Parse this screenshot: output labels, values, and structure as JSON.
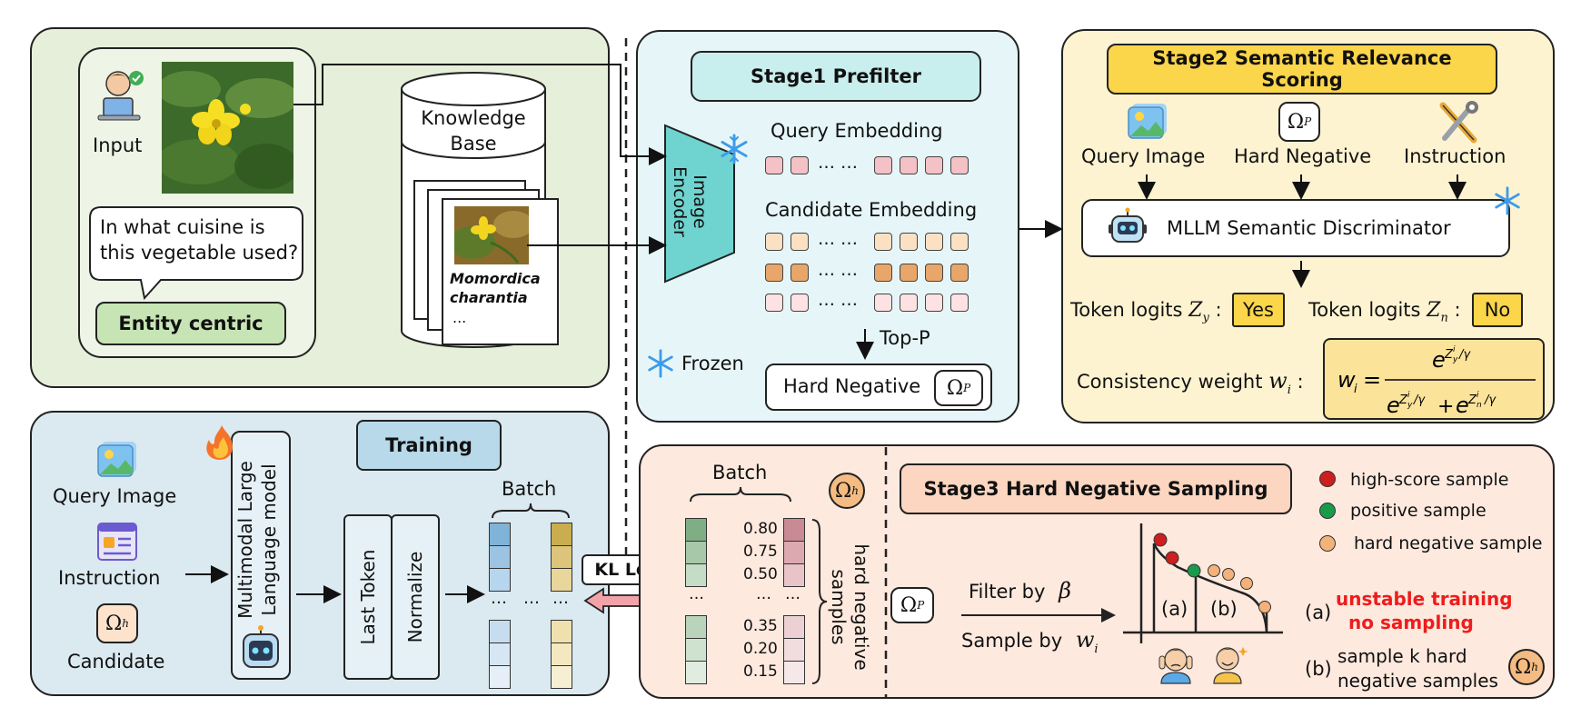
{
  "panel_input": {
    "input_label": "Input",
    "question": "In what cuisine is this vegetable used?",
    "entity_centric": "Entity centric",
    "kb_title": "Knowledge Base",
    "doc_caption": "Momordica charantia ...",
    "doc_caption_l1": "Momordica",
    "doc_caption_l2": "charantia",
    "doc_caption_l3": "..."
  },
  "stage1": {
    "title": "Stage1 Prefilter",
    "encoder": "Image Encoder",
    "query_embedding": "Query Embedding",
    "candidate_embedding": "Candidate Embedding",
    "dots": "… …",
    "top_p": "Top-P",
    "frozen": "Frozen",
    "hard_negative": "Hard Negative",
    "omega_p": "Ω",
    "omega_p_sub": "P"
  },
  "stage2": {
    "title": "Stage2 Semantic Relevance Scoring",
    "query_image": "Query Image",
    "hard_negative": "Hard Negative",
    "instruction": "Instruction",
    "discriminator": "MLLM Semantic Discriminator",
    "token_logits_y": "Token logits",
    "zy": "Z",
    "zy_sub": "y",
    "yes": "Yes",
    "token_logits_n": "Token logits",
    "zn": "Z",
    "zn_sub": "n",
    "no": "No",
    "consistency": "Consistency weight",
    "wi": "w",
    "wi_sub": "i",
    "formula_lhs": "w",
    "formula_num": "e^(Z_y^i/γ)",
    "formula_den": "e^(Z_y^i/γ) + e^(Z_n^i/γ)"
  },
  "training": {
    "title": "Training",
    "query_image": "Query Image",
    "instruction": "Instruction",
    "candidate": "Candidate",
    "omega_h": "Ω",
    "omega_h_sub": "h",
    "mllm": "Multimodal Large Language model",
    "mllm_l1": "Multimodal Large",
    "mllm_l2": "Language model",
    "last_token": "Last Token",
    "normalize": "Normalize",
    "batch": "Batch",
    "dots": "…"
  },
  "kl_loss": "KL Loss",
  "stage3": {
    "batch": "Batch",
    "scores": [
      "0.80",
      "0.75",
      "0.50",
      "0.35",
      "0.20",
      "0.15"
    ],
    "side_label": "hard negative samples",
    "side_l1": "hard negative",
    "side_l2": "samples",
    "title": "Stage3 Hard Negative Sampling",
    "legend": [
      "high-score sample",
      "positive sample",
      "hard negative sample"
    ],
    "legend_colors": [
      "#cc1f1f",
      "#1a9a4a",
      "#f4b27a"
    ],
    "filter_by": "Filter by",
    "beta": "β",
    "sample_by": "Sample by",
    "wi": "w",
    "wi_sub": "i",
    "region_a": "(a)",
    "region_b": "(b)",
    "note_a_tag": "(a)",
    "note_a_l1": "unstable training",
    "note_a_l2": "no sampling",
    "note_b_tag": "(b)",
    "note_b_l1": "sample k  hard",
    "note_b_l2": "negative samples",
    "dots": "…"
  }
}
